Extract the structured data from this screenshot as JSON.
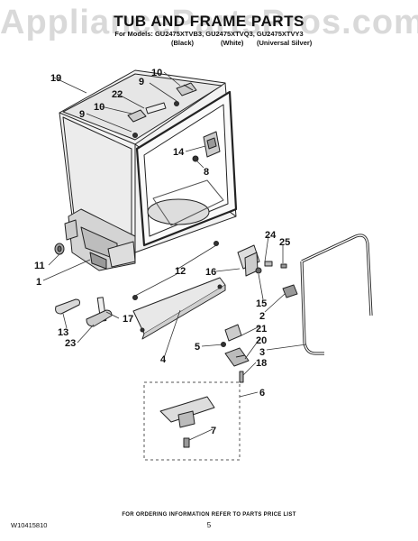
{
  "watermark": "AppliancePartsPros.com",
  "header": {
    "title": "TUB AND FRAME PARTS",
    "models": "For Models: GU2475XTVB3, GU2475XTVQ3, GU2475XTVY3",
    "colors": [
      "(Black)",
      "(White)",
      "(Universal Silver)"
    ]
  },
  "callouts": [
    "19",
    "10",
    "9",
    "22",
    "10",
    "9",
    "14",
    "8",
    "11",
    "1",
    "12",
    "16",
    "24",
    "25",
    "15",
    "2",
    "21",
    "20",
    "3",
    "18",
    "5",
    "4",
    "17",
    "13",
    "23",
    "6",
    "7"
  ],
  "footer": {
    "note": "FOR ORDERING INFORMATION REFER TO PARTS PRICE LIST",
    "doc_number": "W10415810",
    "page": "5"
  }
}
